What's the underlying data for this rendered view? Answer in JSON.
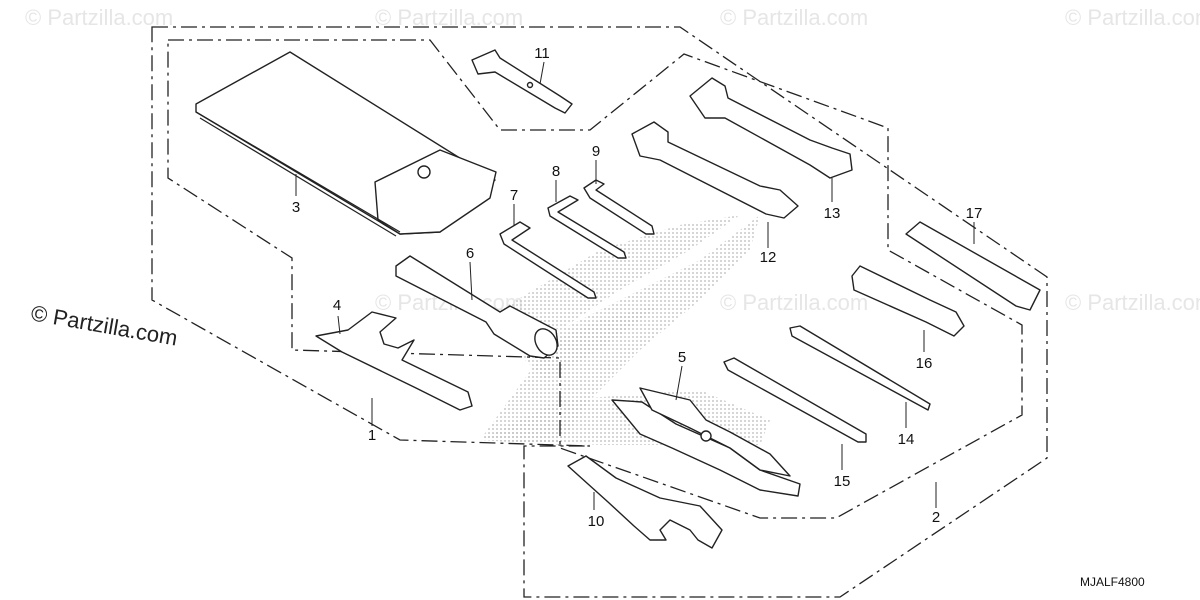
{
  "watermark": "© Partzilla.com",
  "side_watermark": "© Partzilla.com",
  "diagram_code": "MJALF4800",
  "callouts": [
    {
      "id": "1",
      "label": "1"
    },
    {
      "id": "2",
      "label": "2"
    },
    {
      "id": "3",
      "label": "3"
    },
    {
      "id": "4",
      "label": "4"
    },
    {
      "id": "5",
      "label": "5"
    },
    {
      "id": "6",
      "label": "6"
    },
    {
      "id": "7",
      "label": "7"
    },
    {
      "id": "8",
      "label": "8"
    },
    {
      "id": "9",
      "label": "9"
    },
    {
      "id": "10",
      "label": "10"
    },
    {
      "id": "11",
      "label": "11"
    },
    {
      "id": "12",
      "label": "12"
    },
    {
      "id": "13",
      "label": "13"
    },
    {
      "id": "14",
      "label": "14"
    },
    {
      "id": "15",
      "label": "15"
    },
    {
      "id": "16",
      "label": "16"
    },
    {
      "id": "17",
      "label": "17"
    }
  ]
}
